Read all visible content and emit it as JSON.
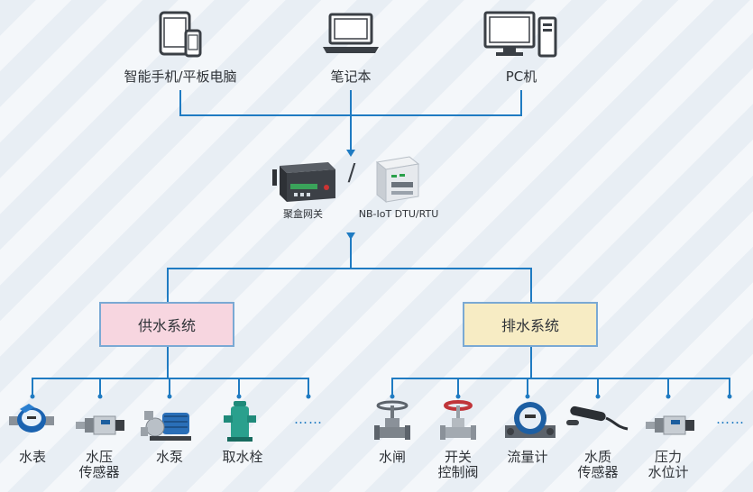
{
  "top_devices": [
    {
      "label": "智能手机/平板电脑",
      "icon": "tablet-phone-icon"
    },
    {
      "label": "笔记本",
      "icon": "laptop-icon"
    },
    {
      "label": "PC机",
      "icon": "desktop-pc-icon"
    }
  ],
  "gateways": {
    "left_label": "聚盒网关",
    "separator": "/",
    "right_label": "NB-IoT DTU/RTU"
  },
  "systems": {
    "supply": {
      "label": "供水系统",
      "fill": "#f7d6e0"
    },
    "drain": {
      "label": "排水系统",
      "fill": "#f7ecc4"
    }
  },
  "supply_devices": [
    {
      "label": "水表",
      "icon": "water-meter-icon"
    },
    {
      "label": "水压\n传感器",
      "icon": "pressure-sensor-icon"
    },
    {
      "label": "水泵",
      "icon": "water-pump-icon"
    },
    {
      "label": "取水栓",
      "icon": "hydrant-icon"
    }
  ],
  "drain_devices": [
    {
      "label": "水闸",
      "icon": "gate-valve-icon"
    },
    {
      "label": "开关\n控制阀",
      "icon": "control-valve-icon"
    },
    {
      "label": "流量计",
      "icon": "flow-meter-icon"
    },
    {
      "label": "水质\n传感器",
      "icon": "water-quality-sensor-icon"
    },
    {
      "label": "压力\n水位计",
      "icon": "pressure-level-meter-icon"
    }
  ],
  "ellipsis": "……",
  "colors": {
    "line": "#1f7bc2",
    "box_border": "#7aa9d4"
  }
}
